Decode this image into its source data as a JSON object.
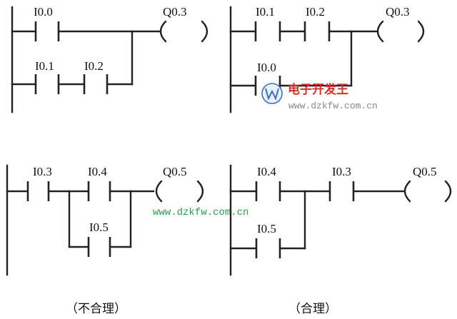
{
  "labels": {
    "a_i00": "I0.0",
    "a_i01": "I0.1",
    "a_i02": "I0.2",
    "a_q03": "Q0.3",
    "b_i01": "I0.1",
    "b_i02": "I0.2",
    "b_q03": "Q0.3",
    "b_i00": "I0.0",
    "c_i03": "I0.3",
    "c_i04": "I0.4",
    "c_q05": "Q0.5",
    "c_i05": "I0.5",
    "d_i04": "I0.4",
    "d_i03": "I0.3",
    "d_q05": "Q0.5",
    "d_i05": "I0.5"
  },
  "captions": {
    "unreasonable": "（不合理）",
    "reasonable": "（合理）"
  },
  "watermark": {
    "title": "电子开发王",
    "url": "www.dzkfw.com.cn",
    "url2": "www.dzkfw.com.cn"
  }
}
